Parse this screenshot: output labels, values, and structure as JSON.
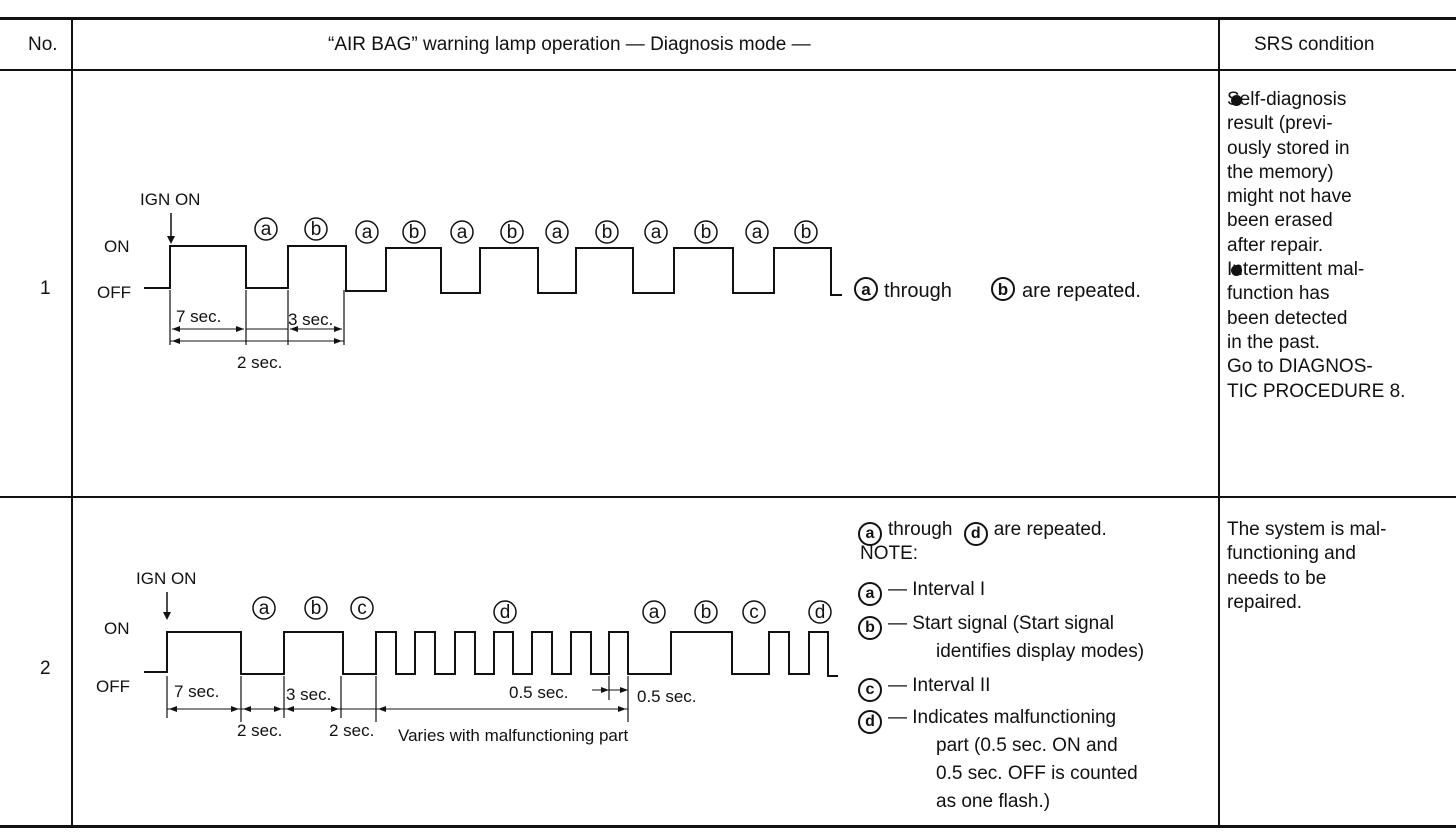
{
  "header": {
    "no": "No.",
    "operation": "“AIR BAG” warning lamp operation — Diagnosis mode —",
    "condition": "SRS condition"
  },
  "row1": {
    "no": "1",
    "ign_on": "IGN ON",
    "on": "ON",
    "off": "OFF",
    "t7": "7 sec.",
    "t3": "3 sec.",
    "t2": "2 sec.",
    "marker_a": "a",
    "marker_b": "b",
    "repeat_a": "a",
    "repeat_through": "through",
    "repeat_b": "b",
    "repeat_tail": "are repeated.",
    "condition": {
      "bullet1": "Self-diagnosis result (previously stored in the memory) might not have been erased after repair.",
      "bullet1_lines": [
        "Self-diagnosis",
        "result (previ-",
        "ously stored in",
        "the memory)",
        "might not have",
        "been erased",
        "after repair."
      ],
      "bullet2_lines": [
        "Intermittent mal-",
        "function has",
        "been detected",
        "in the past."
      ],
      "goto_lines": [
        "Go to DIAGNOS-",
        "TIC PROCEDURE 8."
      ]
    }
  },
  "row2": {
    "no": "2",
    "ign_on": "IGN ON",
    "on": "ON",
    "off": "OFF",
    "t7": "7 sec.",
    "t3": "3 sec.",
    "t2a": "2 sec.",
    "t2b": "2 sec.",
    "varies": "Varies with malfunctioning part",
    "half1": "0.5 sec.",
    "half2": "0.5 sec.",
    "marker_a": "a",
    "marker_b": "b",
    "marker_c": "c",
    "marker_d": "d",
    "notes": {
      "repeat_through": "through",
      "repeat_tail": "are repeated.",
      "note_label": "NOTE:",
      "a": "— Interval I",
      "b1": "— Start signal (Start signal",
      "b2": "identifies display modes)",
      "c": "— Interval II",
      "d1": "— Indicates malfunctioning",
      "d2": "part (0.5 sec. ON and",
      "d3": "0.5 sec. OFF is counted",
      "d4": "as one flash.)"
    },
    "condition_lines": [
      "The system is mal-",
      "functioning and",
      "needs to be",
      "repaired."
    ]
  }
}
